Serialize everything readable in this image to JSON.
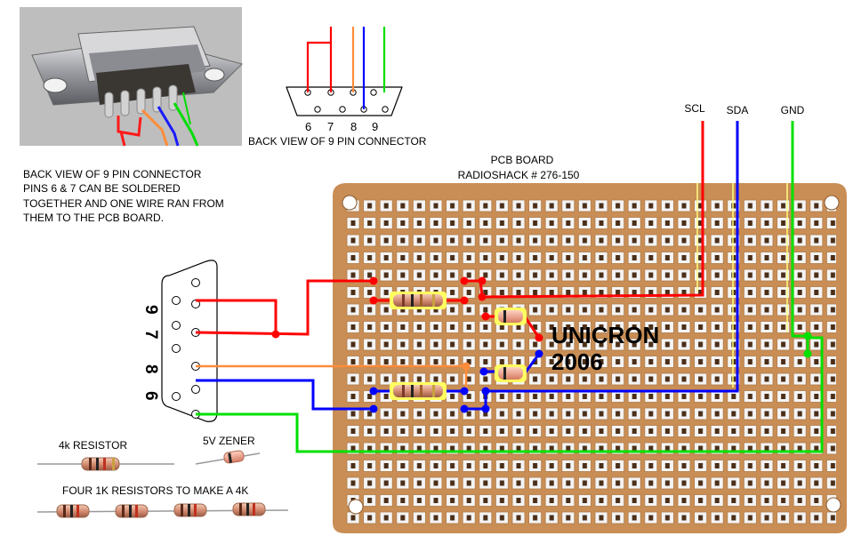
{
  "photo_caption": {
    "line1": "BACK VIEW OF 9 PIN CONNECTOR",
    "line2": "PINS 6 & 7 CAN BE SOLDERED",
    "line3": "TOGETHER AND ONE WIRE RAN FROM",
    "line4": "THEM TO THE PCB BOARD."
  },
  "connector_top": {
    "caption": "BACK VIEW OF 9 PIN CONNECTOR",
    "pins": [
      "6",
      "7",
      "8",
      "9"
    ]
  },
  "pcb": {
    "title_line1": "PCB BOARD",
    "title_line2": "RADIOSHACK # 276-150"
  },
  "signals": {
    "scl": "SCL",
    "sda": "SDA",
    "gnd": "GND"
  },
  "connector_side_pins": [
    "9",
    "7",
    "8",
    "6"
  ],
  "watermark": {
    "line1": "UNICRON",
    "line2": "2006"
  },
  "parts": {
    "resistor_4k": "4k RESISTOR",
    "zener": "5V  ZENER",
    "four_1k": "FOUR 1K RESISTORS TO MAKE A 4K"
  },
  "colors": {
    "red": "#ff0000",
    "orange": "#ff8c3a",
    "blue": "#0000ff",
    "green": "#00e000",
    "pcb": "#c98e55"
  }
}
